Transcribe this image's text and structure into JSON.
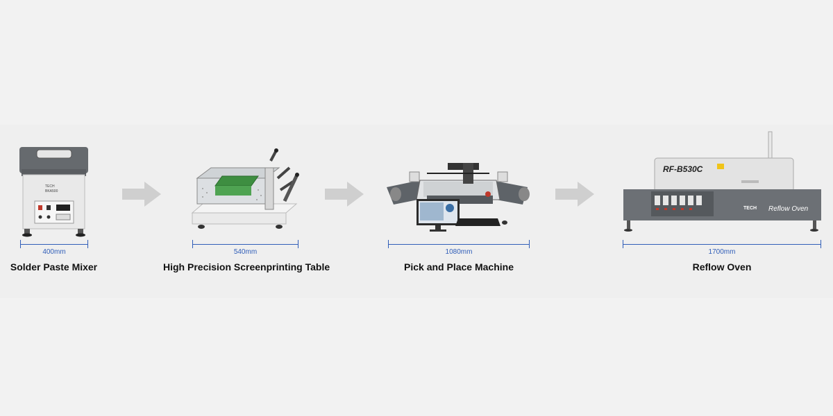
{
  "colors": {
    "background": "#f2f2f2",
    "dimension_line": "#2f5db8",
    "arrow": "#cfcfcf",
    "label_text": "#111111"
  },
  "stations": [
    {
      "name": "Solder Paste Mixer",
      "dimension": "400mm",
      "brand_text": "TECH",
      "model_text": "BKA500"
    },
    {
      "name": "High Precision Screenprinting Table",
      "dimension": "540mm"
    },
    {
      "name": "Pick and Place Machine",
      "dimension": "1080mm"
    },
    {
      "name": "Reflow Oven",
      "dimension": "1700mm",
      "model_text": "RF-B530C",
      "brand_text": "TECH",
      "panel_text": "Reflow Oven"
    }
  ],
  "arrows": [
    "right-arrow-icon",
    "right-arrow-icon",
    "right-arrow-icon"
  ]
}
